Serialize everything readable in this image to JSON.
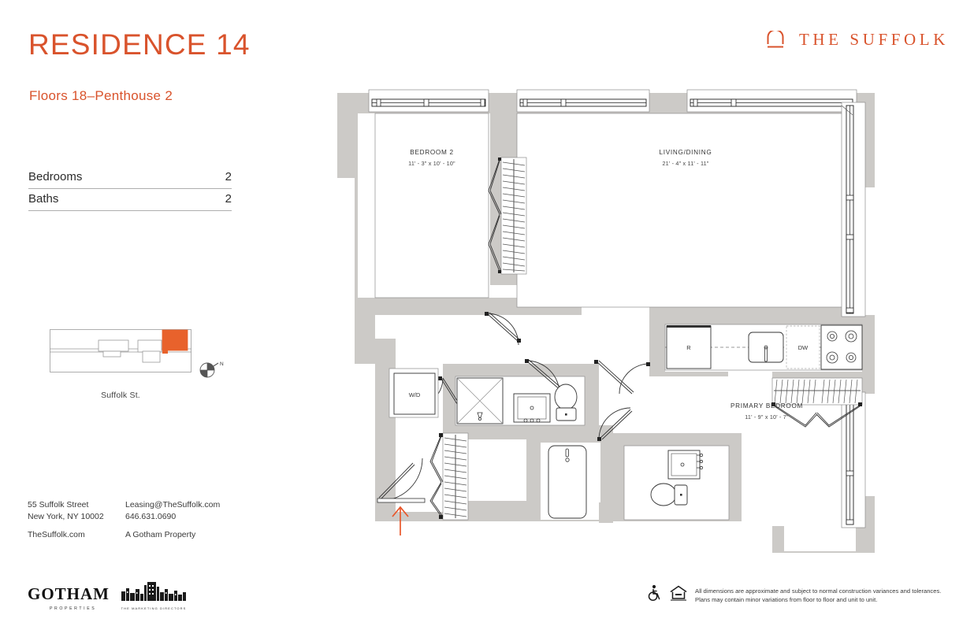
{
  "header": {
    "title": "RESIDENCE 14",
    "subtitle": "Floors 18–Penthouse 2",
    "brand_name": "THE SUFFOLK",
    "brand_mark_icon": "arch-logo-icon"
  },
  "specs": [
    {
      "label": "Bedrooms",
      "value": "2"
    },
    {
      "label": "Baths",
      "value": "2"
    }
  ],
  "keyplan": {
    "street_label": "Suffolk St.",
    "compass_label": "N",
    "compass_icon": "compass-rose-icon",
    "highlight_color": "#e8622c"
  },
  "contact": {
    "address_line1": "55 Suffolk Street",
    "address_line2": "New York, NY 10002",
    "website": "TheSuffolk.com",
    "email": "Leasing@TheSuffolk.com",
    "phone": "646.631.0690",
    "owner": "A Gotham Property"
  },
  "footer": {
    "gotham_name": "GOTHAM",
    "gotham_sub": "PROPERTIES",
    "tmd_sub": "THE MARKETING DIRECTORS",
    "tmd_icon": "skyline-logo-icon",
    "accessibility_icon": "wheelchair-icon",
    "equal_housing_icon": "equal-housing-icon",
    "disclaimer": "All dimensions are approximate and subject to normal construction variances and tolerances. Plans may contain minor variations from floor to floor and unit to unit."
  },
  "floorplan": {
    "entry_arrow_color": "#e8562a",
    "wall_fill": "#cccac7",
    "rooms": [
      {
        "name": "BEDROOM 2",
        "dimensions": "11' - 3\" x 10' - 10\""
      },
      {
        "name": "LIVING/DINING",
        "dimensions": "21' - 4\" x 11' - 11\""
      },
      {
        "name": "PRIMARY BEDROOM",
        "dimensions": "11' - 9\" x 10' - 7\""
      }
    ],
    "appliances": [
      {
        "label": "W/D",
        "name": "washer-dryer"
      },
      {
        "label": "R",
        "name": "refrigerator"
      },
      {
        "label": "DW",
        "name": "dishwasher"
      }
    ]
  }
}
